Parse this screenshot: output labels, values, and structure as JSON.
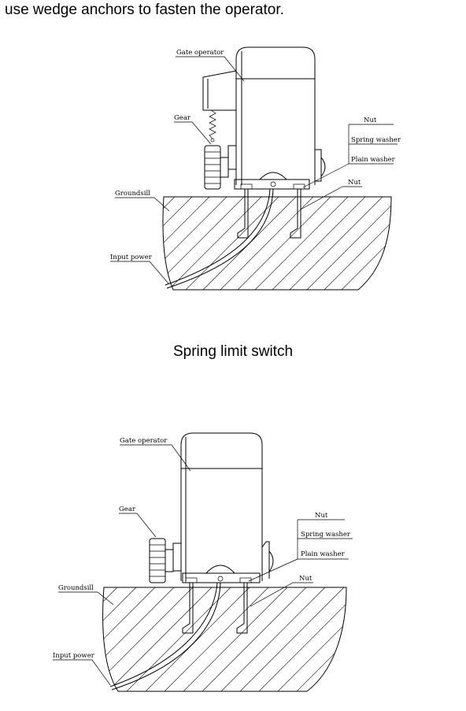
{
  "instruction": "use wedge anchors to fasten the operator.",
  "section_title": "Spring limit switch",
  "diagram_top": {
    "labels": {
      "gate_operator": "Gate operator",
      "gear": "Gear",
      "nut_upper": "Nut",
      "spring_washer": "Spring washer",
      "plain_washer": "Plain washer",
      "nut_lower": "Nut",
      "groundsill": "Groundsill",
      "input_power": "Input power"
    }
  },
  "diagram_bottom": {
    "labels": {
      "gate_operator": "Gate operator",
      "gear": "Gear",
      "nut_upper": "Nut",
      "spring_washer": "Spring washer",
      "plain_washer": "Plain washer",
      "nut_lower": "Nut",
      "groundsill": "Groundsill",
      "input_power": "Input power"
    }
  }
}
